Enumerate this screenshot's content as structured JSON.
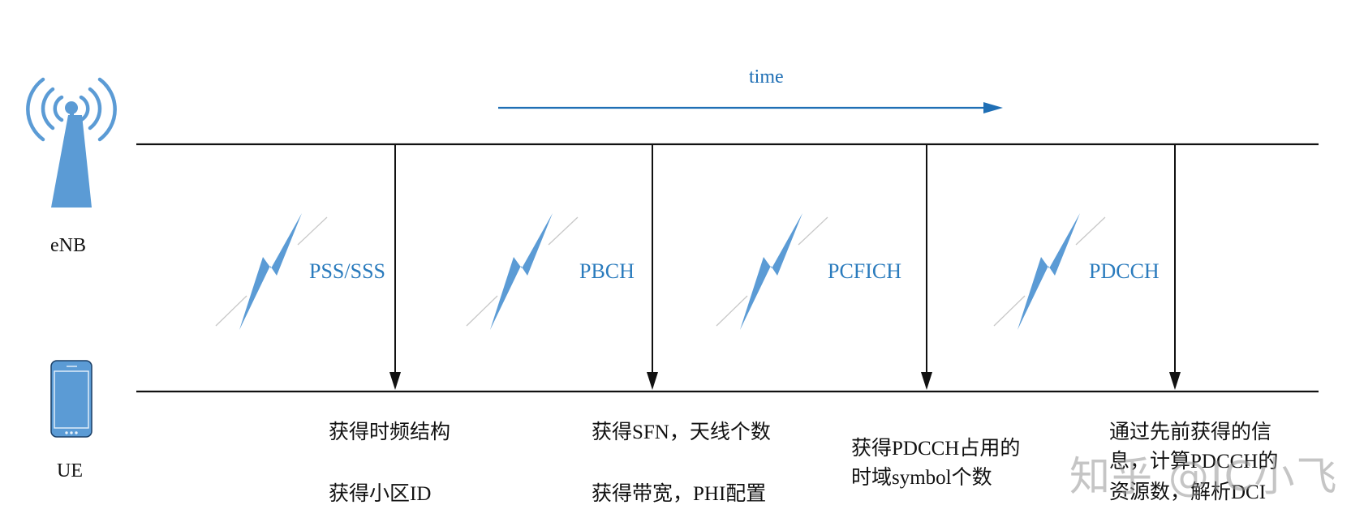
{
  "diagram": {
    "time_axis": {
      "label": "time",
      "color": "#1f6fb5"
    },
    "nodes": {
      "enb": {
        "label": "eNB",
        "icon": "antenna-tower-icon",
        "color": "#5b9bd5"
      },
      "ue": {
        "label": "UE",
        "icon": "smartphone-icon",
        "color": "#5b9bd5"
      }
    },
    "signals": [
      {
        "name": "PSS/SSS",
        "results": [
          "获得时频结构",
          "获得小区ID"
        ]
      },
      {
        "name": "PBCH",
        "results": [
          "获得SFN，天线个数",
          "获得带宽，PHI配置"
        ]
      },
      {
        "name": "PCFICH",
        "results": [
          "获得PDCCH占用的",
          "时域symbol个数"
        ]
      },
      {
        "name": "PDCCH",
        "results": [
          "通过先前获得的信",
          "息，计算PDCCH的",
          "资源数，解析DCI"
        ]
      }
    ],
    "watermark": "知乎 @IC小飞",
    "colors": {
      "signal_text": "#2a7bbd",
      "bolt": "#5b9bd5",
      "lines": "#111111"
    }
  }
}
